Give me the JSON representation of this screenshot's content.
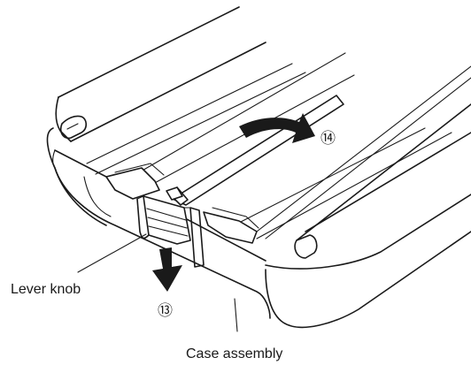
{
  "diagram": {
    "labels": {
      "lever_knob": "Lever knob",
      "case_assembly": "Case assembly"
    },
    "steps": {
      "step_13": "⑬",
      "step_14": "⑭"
    },
    "colors": {
      "ink": "#1a1a1a",
      "background": "#ffffff"
    }
  }
}
